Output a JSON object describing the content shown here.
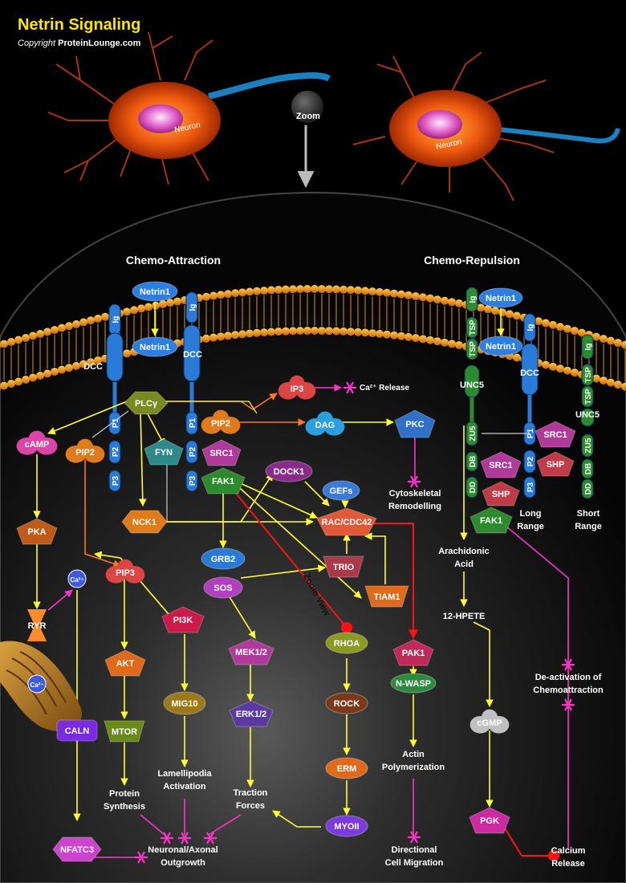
{
  "title": "Netrin Signaling",
  "copyright_prefix": "Copyright",
  "copyright_site": "ProteinLounge.com",
  "zoom_label": "Zoom",
  "neuron_label": "Neuron",
  "zoom_view_label": "Zoom View",
  "sections": {
    "attraction": "Chemo-Attraction",
    "repulsion": "Chemo-Repulsion"
  },
  "receptor_domains": {
    "ig": "Ig",
    "dcc": "DCC",
    "p1": "P1",
    "p2": "P2",
    "p3": "P3",
    "tsp": "TSP",
    "unc5": "UNC5",
    "zu5": "ZU5",
    "db": "DB",
    "dd": "DD"
  },
  "nodes": {
    "netrin1_top_left": "Netrin1",
    "netrin1_left": "Netrin1",
    "netrin1_top_right": "Netrin1",
    "netrin1_right": "Netrin1",
    "plcg": "PLCγ",
    "ip3": "IP3",
    "ca_release": "Ca²⁺ Release",
    "camp": "cAMP",
    "pip2_a": "PIP2",
    "pip2_b": "PIP2",
    "dag": "DAG",
    "pkc": "PKC",
    "fyn": "FYN",
    "src1_left": "SRC1",
    "fak1_left": "FAK1",
    "dock1": "DOCK1",
    "gefs": "GEFs",
    "nck1": "NCK1",
    "rac_cdc42": "RAC/CDC42",
    "pka": "PKA",
    "grb2": "GRB2",
    "trio": "TRIO",
    "sos": "SOS",
    "tiam1": "TIAM1",
    "ca_top": "Ca²⁺",
    "ca_bottom": "Ca²⁺",
    "ryr": "RYR",
    "pip3": "PIP3",
    "pi3k": "PI3K",
    "akt": "AKT",
    "mek12": "MEK1/2",
    "rhoa": "RHOA",
    "pak1": "PAK1",
    "nwasp": "N-WASP",
    "mig10": "MIG10",
    "rock": "ROCK",
    "caln": "CALN",
    "mtor": "MTOR",
    "erk12": "ERK1/2",
    "erm": "ERM",
    "myo": "MYOII",
    "nfatc3": "NFATC3",
    "src1_mid": "SRC1",
    "shp_mid": "SHP",
    "src1_right": "SRC1",
    "shp_right": "SHP",
    "fak1_right": "FAK1",
    "cgmp": "cGMP",
    "pgk": "PGK"
  },
  "text_labels": {
    "cytoskeletal": [
      "Cytoskeletal",
      "Remodelling"
    ],
    "long_range": [
      "Long",
      "Range"
    ],
    "short_range": [
      "Short",
      "Range"
    ],
    "arachidonic": [
      "Arachidonic",
      "Acid"
    ],
    "hpete": [
      "12-HPETE"
    ],
    "deactivation": [
      "De-activation of",
      "Chemoattraction"
    ],
    "actin": [
      "Actin",
      "Polymerization"
    ],
    "protein_synth": [
      "Protein",
      "Synthesis"
    ],
    "lamellipodia": [
      "Lamellipodia",
      "Activation"
    ],
    "traction": [
      "Traction",
      "Forces"
    ],
    "neuronal": [
      "Neuronal/Axonal",
      "Outgrowth"
    ],
    "directional": [
      "Directional",
      "Cell Migration"
    ],
    "calcium": [
      "Calcium",
      "Release"
    ]
  },
  "colors": {
    "yellow_arrow": "#ffff33",
    "magenta_arrow": "#ff33cc",
    "orange_arrow": "#ff7722",
    "red_inhibit": "#ff1111",
    "white_link": "#cccccc",
    "title": "#ffe600"
  }
}
